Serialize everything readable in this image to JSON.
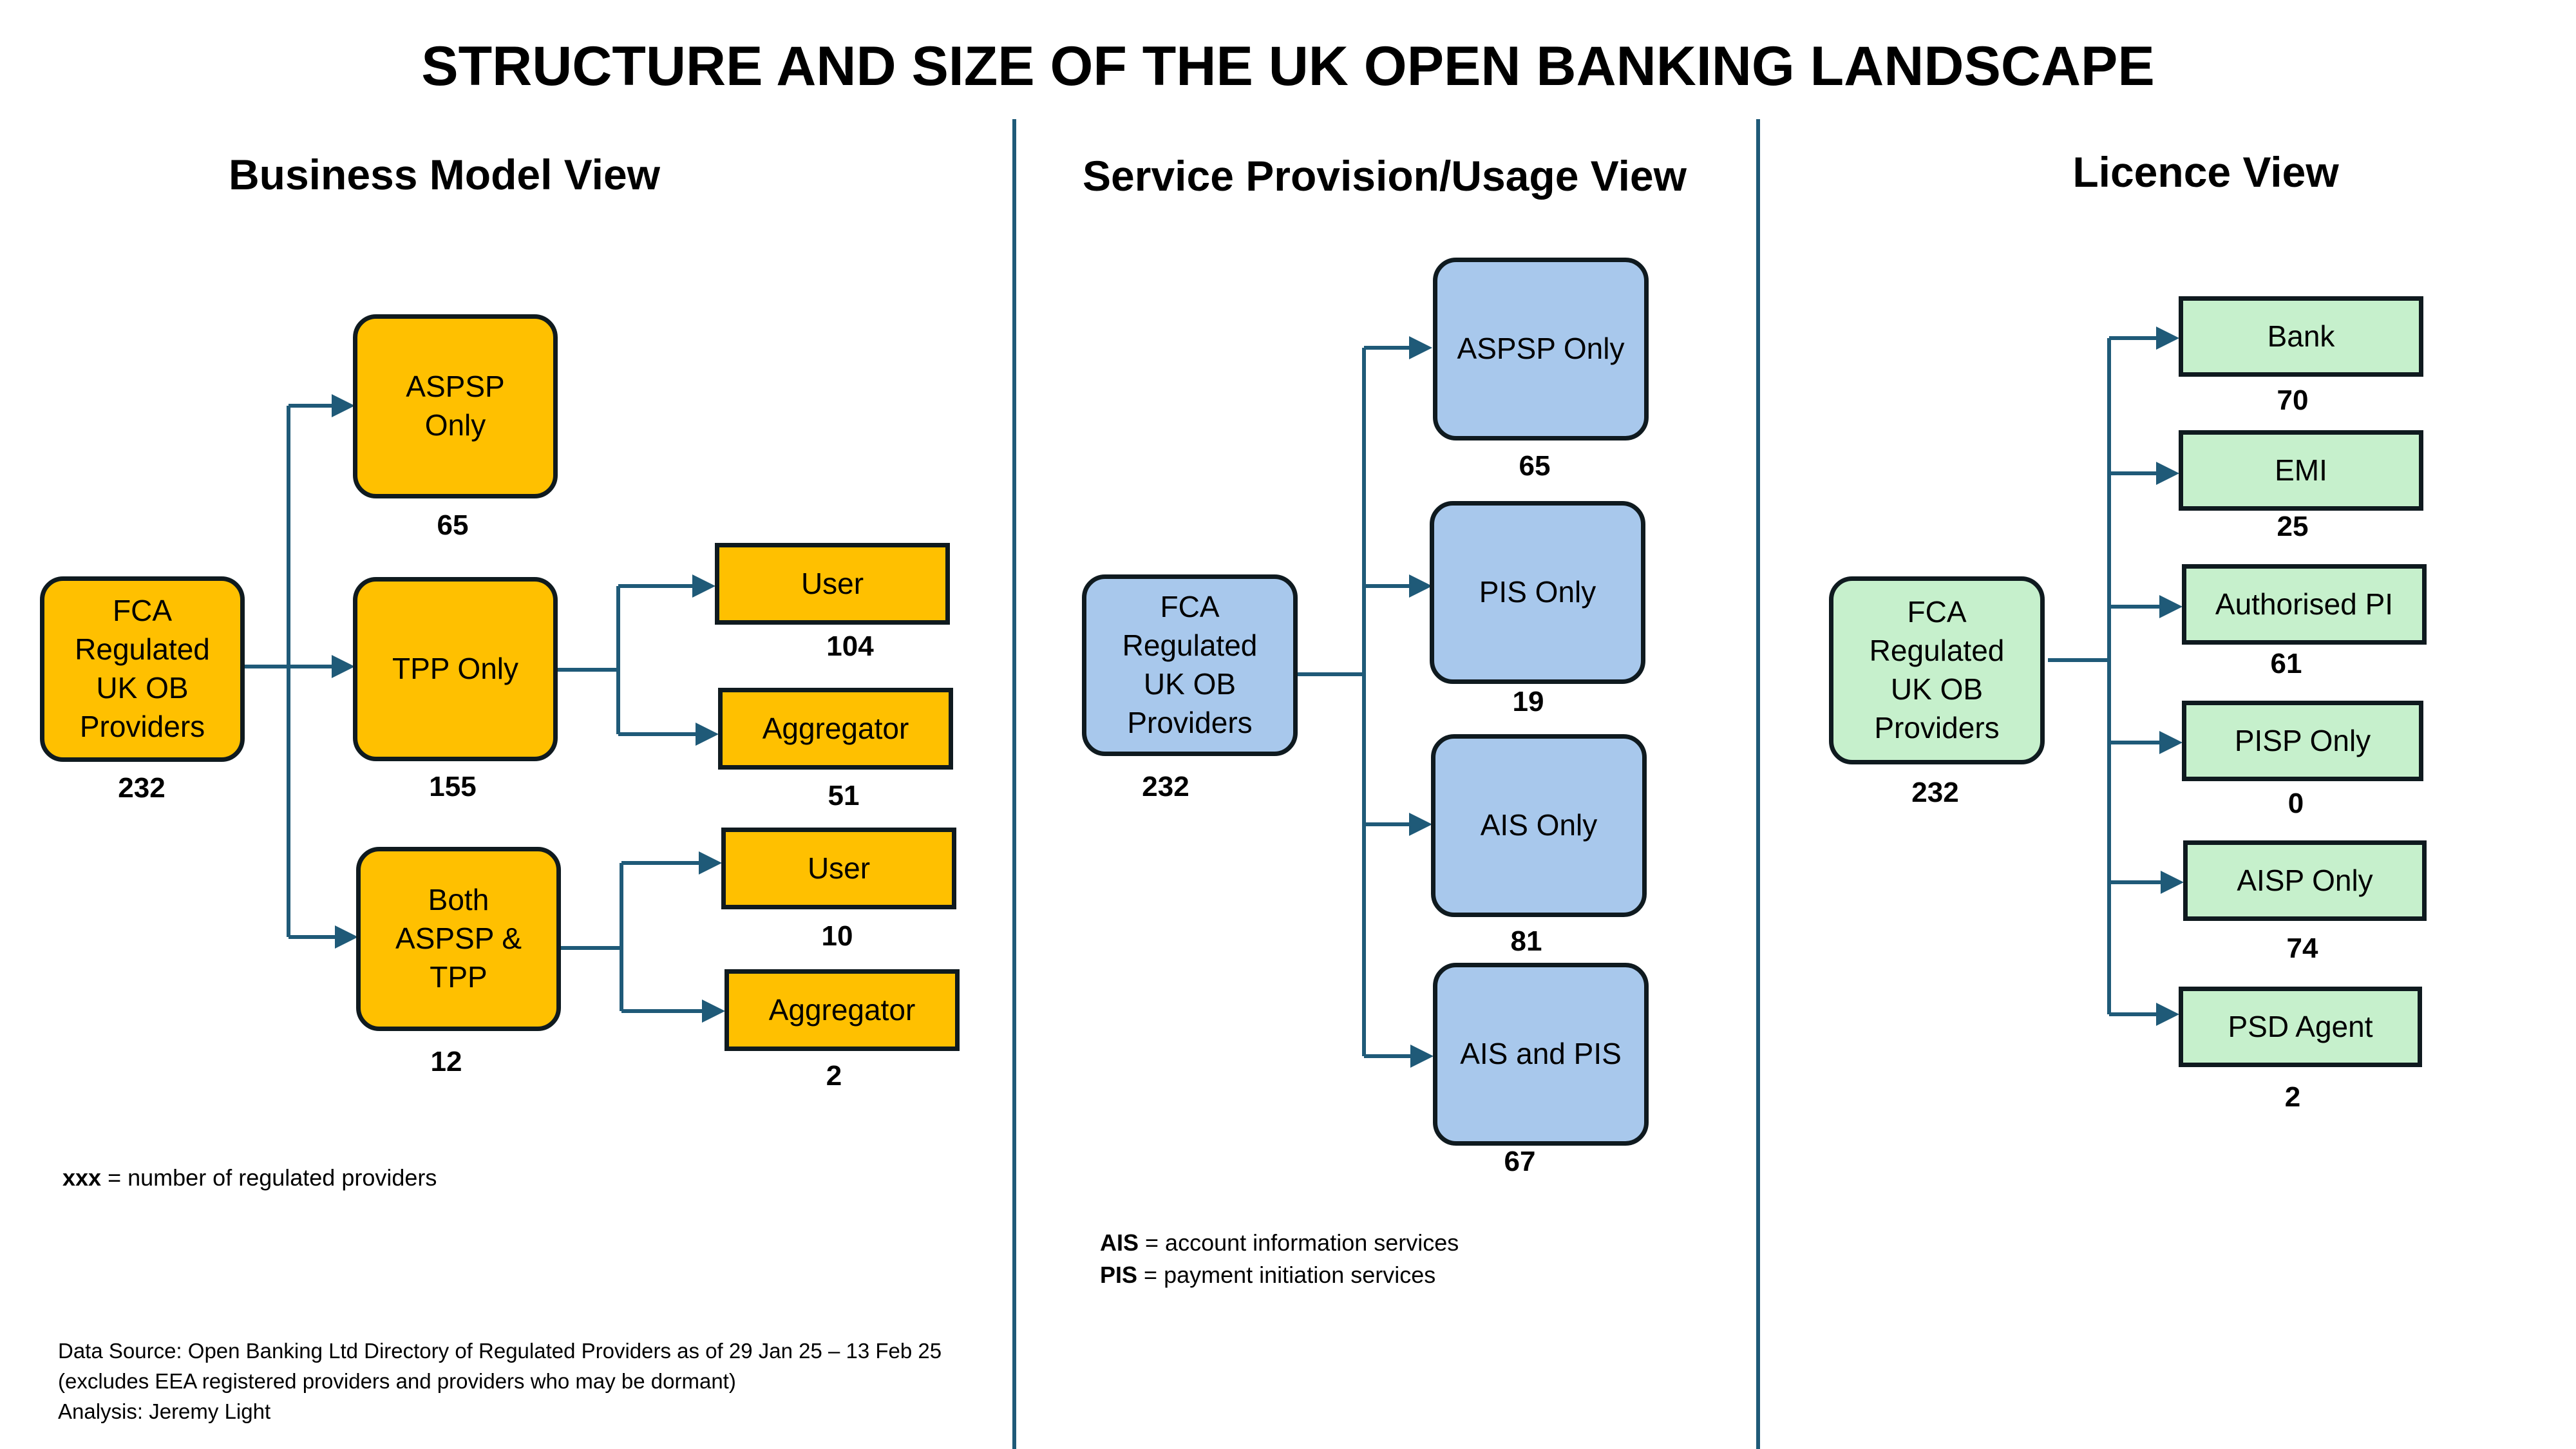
{
  "title": "STRUCTURE AND SIZE OF THE UK OPEN BANKING LANDSCAPE",
  "business_model": {
    "heading": "Business Model View",
    "root": {
      "label": "FCA\nRegulated\nUK OB\nProviders",
      "count": "232"
    },
    "aspsp_only": {
      "label": "ASPSP\nOnly",
      "count": "65"
    },
    "tpp_only": {
      "label": "TPP Only",
      "count": "155"
    },
    "both": {
      "label": "Both\nASPSP &\nTPP",
      "count": "12"
    },
    "tpp_user": {
      "label": "User",
      "count": "104"
    },
    "tpp_aggregator": {
      "label": "Aggregator",
      "count": "51"
    },
    "both_user": {
      "label": "User",
      "count": "10"
    },
    "both_aggregator": {
      "label": "Aggregator",
      "count": "2"
    },
    "legend_key": "xxx",
    "legend_text": "= number of regulated providers"
  },
  "service_view": {
    "heading": "Service Provision/Usage View",
    "root": {
      "label": "FCA\nRegulated\nUK OB\nProviders",
      "count": "232"
    },
    "aspsp_only": {
      "label": "ASPSP Only",
      "count": "65"
    },
    "pis_only": {
      "label": "PIS Only",
      "count": "19"
    },
    "ais_only": {
      "label": "AIS Only",
      "count": "81"
    },
    "ais_and_pis": {
      "label": "AIS and PIS",
      "count": "67"
    },
    "abbr_ais_key": "AIS",
    "abbr_ais_text": "= account information services",
    "abbr_pis_key": "PIS",
    "abbr_pis_text": "= payment initiation services"
  },
  "licence_view": {
    "heading": "Licence View",
    "root": {
      "label": "FCA\nRegulated\nUK OB\nProviders",
      "count": "232"
    },
    "bank": {
      "label": "Bank",
      "count": "70"
    },
    "emi": {
      "label": "EMI",
      "count": "25"
    },
    "authorised_pi": {
      "label": "Authorised PI",
      "count": "61"
    },
    "pisp_only": {
      "label": "PISP Only",
      "count": "0"
    },
    "aisp_only": {
      "label": "AISP Only",
      "count": "74"
    },
    "psd_agent": {
      "label": "PSD Agent",
      "count": "2"
    }
  },
  "footer": {
    "line1": "Data Source: Open Banking Ltd Directory of Regulated Providers as of 29 Jan 25 – 13 Feb 25",
    "line2": "(excludes EEA registered providers and providers who may be dormant)",
    "line3": "Analysis: Jeremy Light"
  },
  "colors": {
    "business_fill": "#ffc000",
    "service_fill": "#a8c8ec",
    "licence_fill": "#c6f0cc",
    "connector": "#1f5a78",
    "divider": "#1f5a78"
  }
}
